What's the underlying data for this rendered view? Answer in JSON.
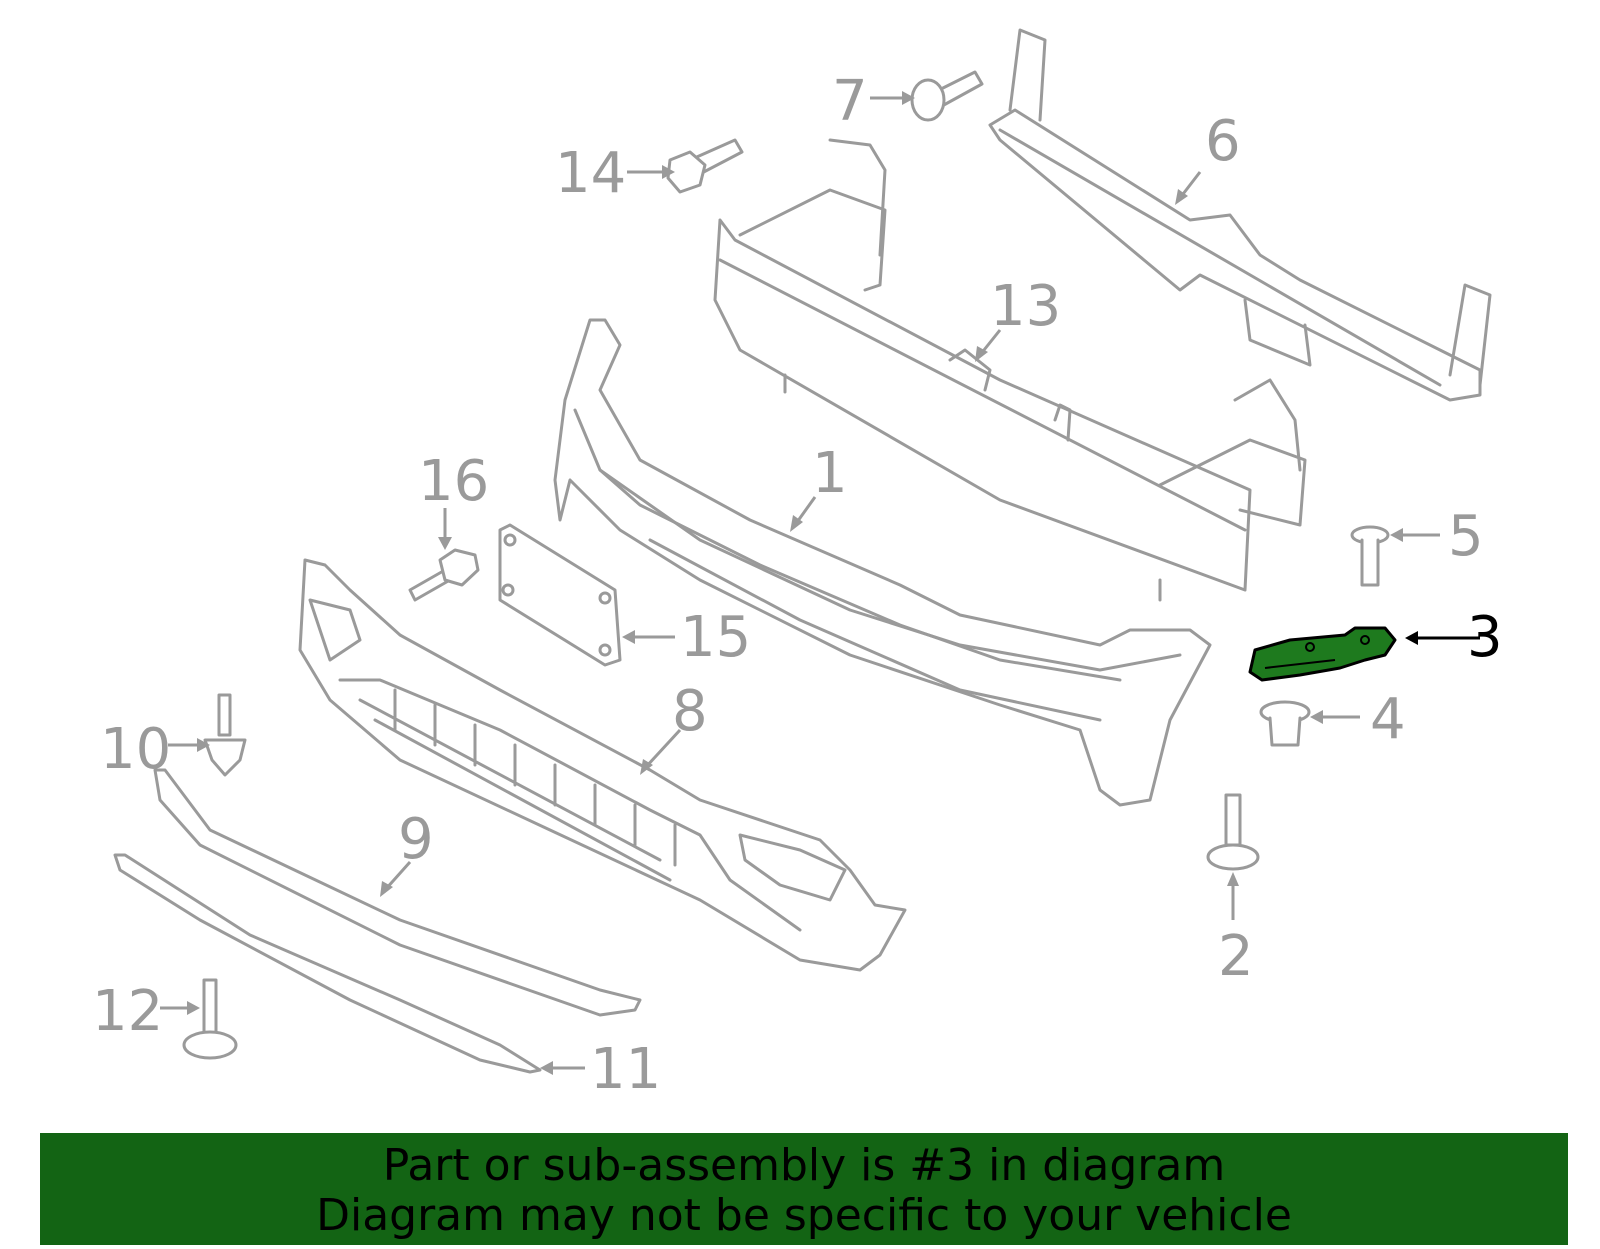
{
  "callouts": [
    {
      "id": "1",
      "label": "1"
    },
    {
      "id": "2",
      "label": "2"
    },
    {
      "id": "3",
      "label": "3"
    },
    {
      "id": "4",
      "label": "4"
    },
    {
      "id": "5",
      "label": "5"
    },
    {
      "id": "6",
      "label": "6"
    },
    {
      "id": "7",
      "label": "7"
    },
    {
      "id": "8",
      "label": "8"
    },
    {
      "id": "9",
      "label": "9"
    },
    {
      "id": "10",
      "label": "10"
    },
    {
      "id": "11",
      "label": "11"
    },
    {
      "id": "12",
      "label": "12"
    },
    {
      "id": "13",
      "label": "13"
    },
    {
      "id": "14",
      "label": "14"
    },
    {
      "id": "15",
      "label": "15"
    },
    {
      "id": "16",
      "label": "16"
    }
  ],
  "highlighted_part": "3",
  "colors": {
    "highlight_fill": "#1e7a1e",
    "part_stroke": "#9a9a9a",
    "banner_bg": "#136414"
  },
  "banner": {
    "line1": "Part or sub-assembly is #3 in diagram",
    "line2": "Diagram may not be specific to your vehicle"
  }
}
